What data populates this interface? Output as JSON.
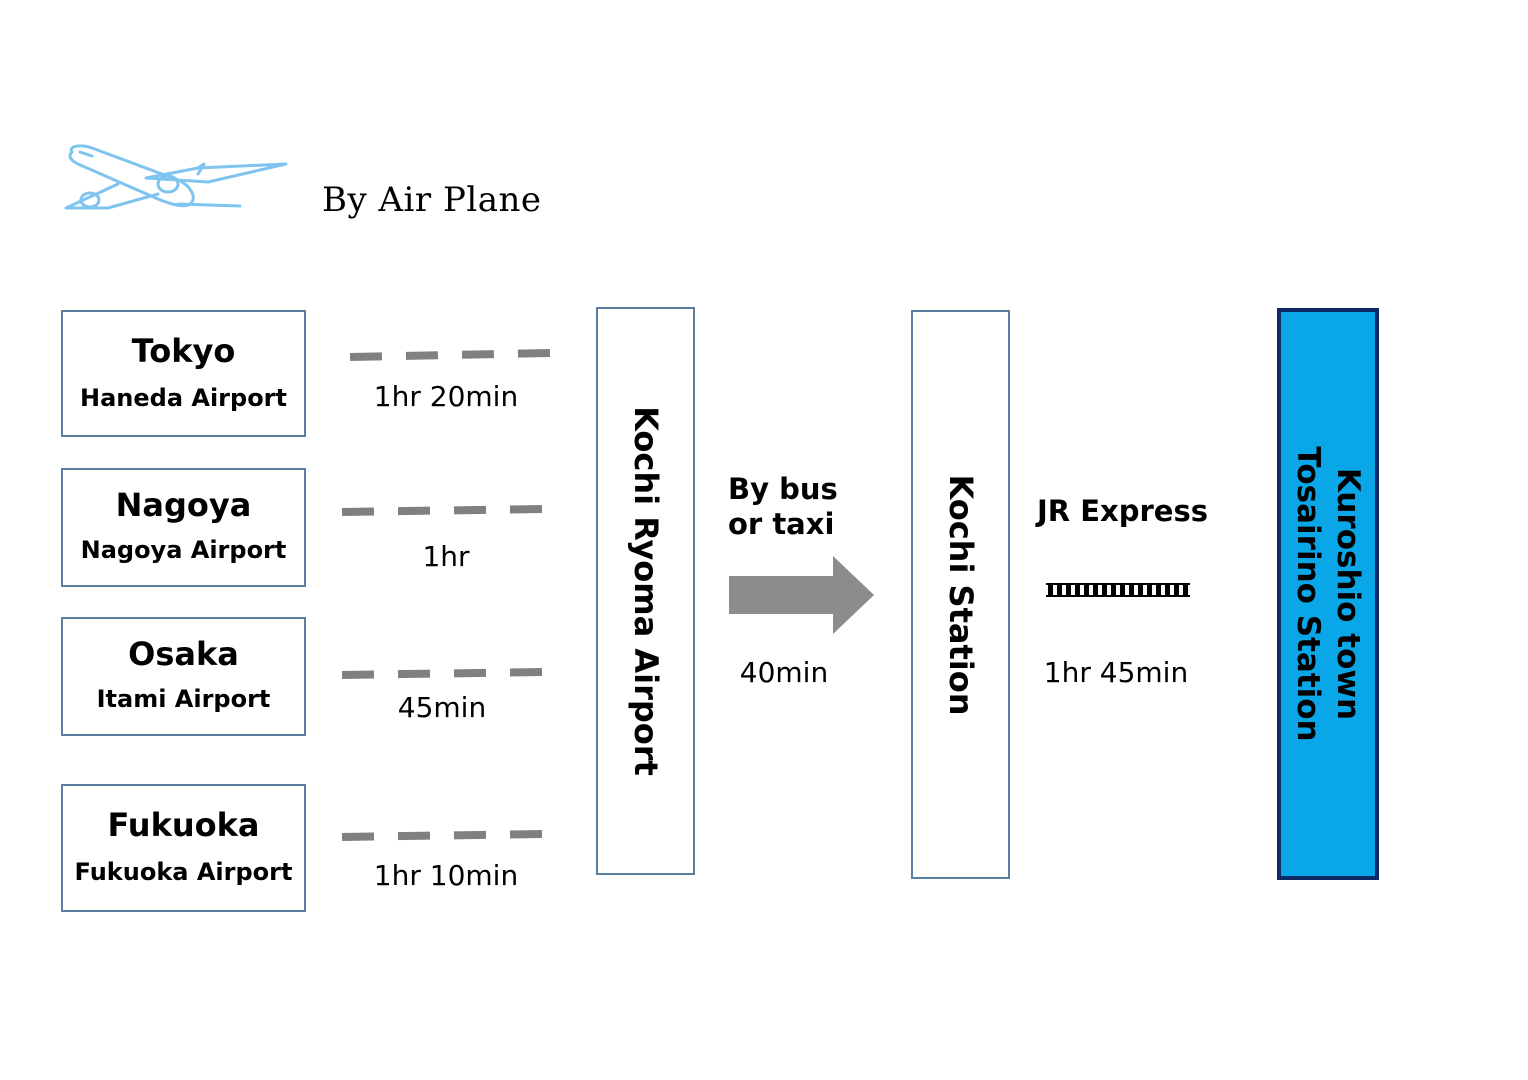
{
  "heading": "By Air Plane",
  "icons": {
    "plane": "airplane-icon",
    "bus_arrow": "arrow-right-icon",
    "rail": "railway-track-icon"
  },
  "colors": {
    "plane": "#7fc4ef",
    "box_border": "#5b7fa3",
    "dash": "#808080",
    "arrow": "#8c8c8c",
    "final_fill": "#0aa7e8",
    "final_border": "#0d2a66"
  },
  "origins": [
    {
      "city": "Tokyo",
      "airport": "Haneda Airport",
      "duration": "1hr 20min"
    },
    {
      "city": "Nagoya",
      "airport": "Nagoya Airport",
      "duration": "1hr"
    },
    {
      "city": "Osaka",
      "airport": "Itami Airport",
      "duration": "45min"
    },
    {
      "city": "Fukuoka",
      "airport": "Fukuoka Airport",
      "duration": "1hr 10min"
    }
  ],
  "kochi_airport": "Kochi Ryoma Airport",
  "transfer": {
    "label_line1": "By bus",
    "label_line2": "or taxi",
    "duration": "40min"
  },
  "kochi_station": "Kochi Station",
  "rail": {
    "label": "JR Express",
    "duration": "1hr 45min"
  },
  "destination": {
    "line1": "Kuroshio town",
    "line2": "Tosairino Station"
  }
}
